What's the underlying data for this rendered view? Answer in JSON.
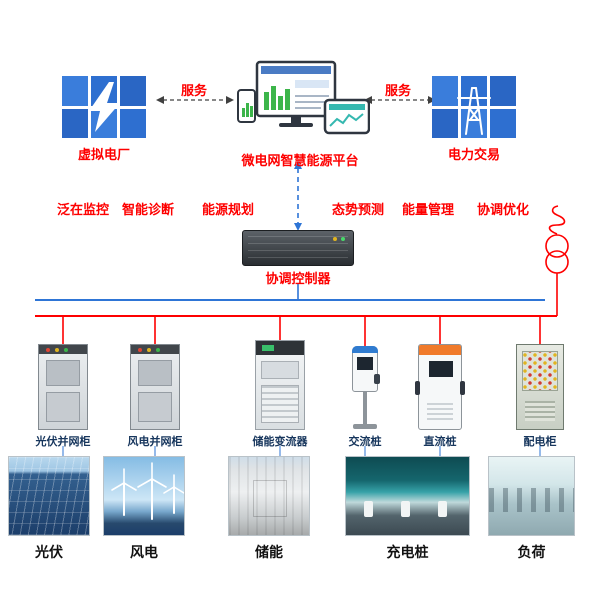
{
  "top": {
    "left_node": {
      "label": "虚拟电厂",
      "icon": "lightning-bolt-grid"
    },
    "service_left": "服务",
    "platform": {
      "label": "微电网智慧能源平台",
      "icon": "monitor-tablet-phone-dashboard"
    },
    "service_right": "服务",
    "right_node": {
      "label": "电力交易",
      "icon": "transmission-tower-grid"
    }
  },
  "functions": [
    "泛在监控",
    "智能诊断",
    "能源规划",
    "态势预测",
    "能量管理",
    "协调优化"
  ],
  "controller": {
    "label": "协调控制器",
    "icon": "server-rack"
  },
  "buses": {
    "communication_color": "#2e75d6",
    "power_color": "#fe0000",
    "transformer_icon": "two-winding-transformer"
  },
  "devices": [
    {
      "label": "光伏并网柜"
    },
    {
      "label": "风电并网柜"
    },
    {
      "label": "储能变流器"
    },
    {
      "label": "交流桩"
    },
    {
      "label": "直流桩"
    },
    {
      "label": "配电柜"
    }
  ],
  "sources": [
    {
      "label": "光伏"
    },
    {
      "label": "风电"
    },
    {
      "label": "储能"
    },
    {
      "label": "充电桩"
    },
    {
      "label": "负荷"
    }
  ],
  "colors": {
    "label_red": "#fe0000",
    "device_label_blue": "#17365d",
    "tile_blue": "#2e6fd0"
  }
}
